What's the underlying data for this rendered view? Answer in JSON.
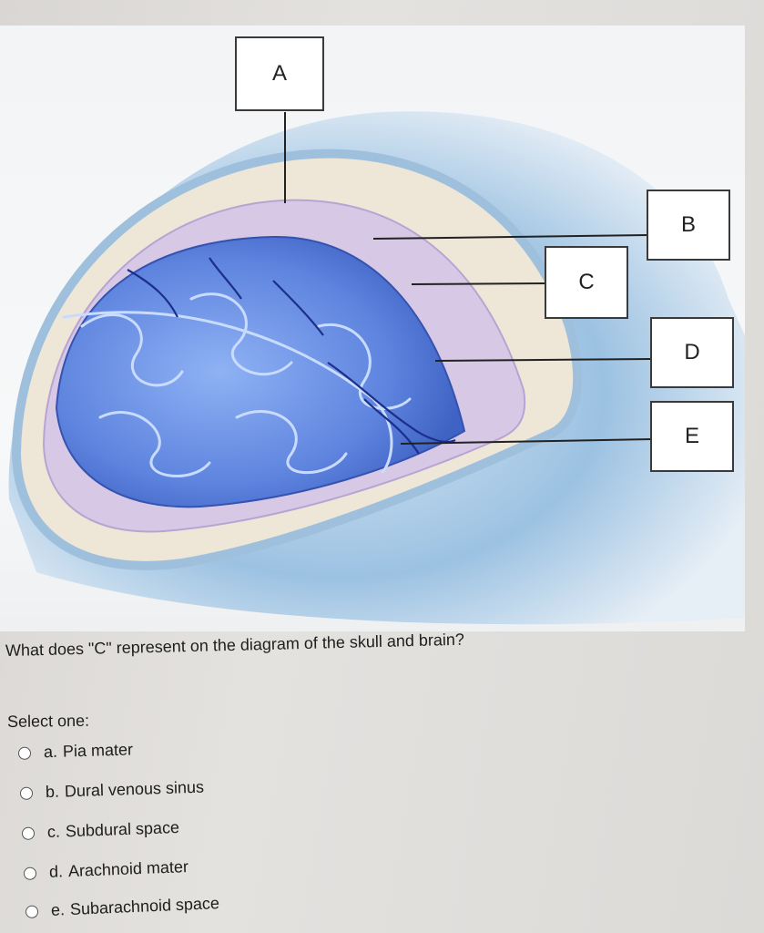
{
  "diagram": {
    "labels": {
      "a": "A",
      "b": "B",
      "c": "C",
      "d": "D",
      "e": "E"
    }
  },
  "question": {
    "text": "What does \"C\" represent on the diagram of the skull and brain?",
    "select_label": "Select one:",
    "options": [
      {
        "letter": "a.",
        "text": "Pia mater"
      },
      {
        "letter": "b.",
        "text": "Dural venous sinus"
      },
      {
        "letter": "c.",
        "text": "Subdural space"
      },
      {
        "letter": "d.",
        "text": "Arachnoid mater"
      },
      {
        "letter": "e.",
        "text": "Subarachnoid space"
      }
    ]
  },
  "colors": {
    "scalp": "#8fb8dc",
    "bone": "#eee7d8",
    "dura": "#d7c9e6",
    "brain": "#5a7fdc",
    "vessel": "#1c2f8a"
  }
}
